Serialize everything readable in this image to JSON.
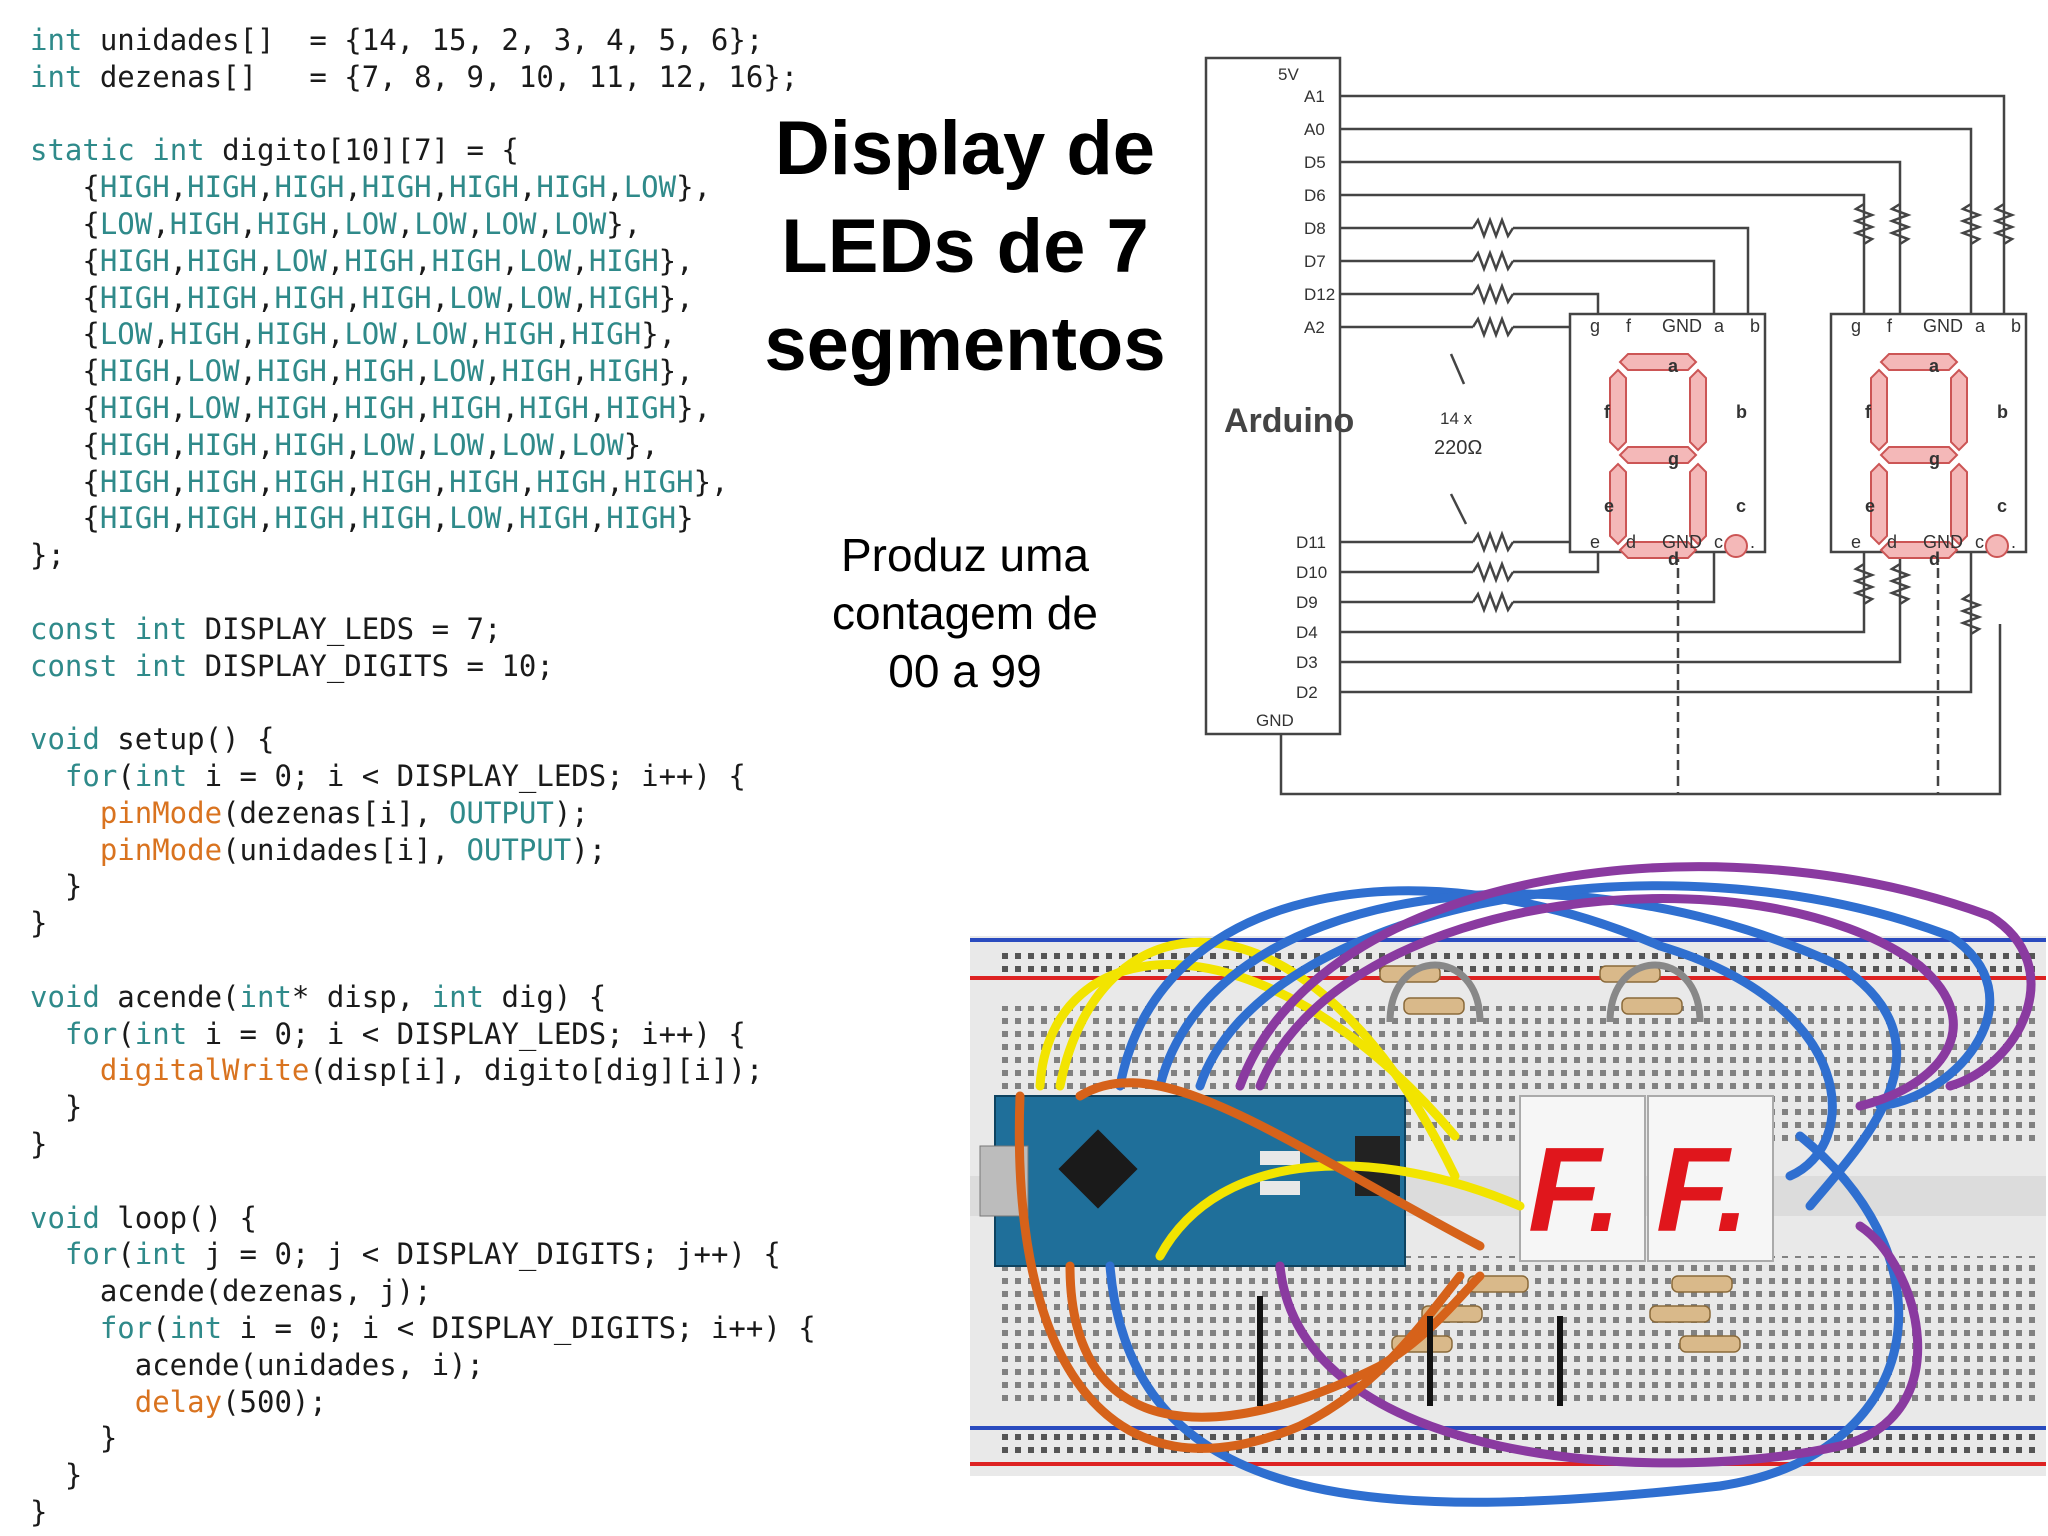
{
  "title": [
    "Display de",
    "LEDs de 7",
    "segmentos"
  ],
  "subtitle": [
    "Produz uma",
    "contagem de",
    "00 a 99"
  ],
  "code": {
    "lines": [
      "int unidades[]  = {14, 15, 2, 3, 4, 5, 6};",
      "int dezenas[]   = {7, 8, 9, 10, 11, 12, 16};",
      "",
      "static int digito[10][7] = {",
      "   {HIGH,HIGH,HIGH,HIGH,HIGH,HIGH,LOW},",
      "   {LOW,HIGH,HIGH,LOW,LOW,LOW,LOW},",
      "   {HIGH,HIGH,LOW,HIGH,HIGH,LOW,HIGH},",
      "   {HIGH,HIGH,HIGH,HIGH,LOW,LOW,HIGH},",
      "   {LOW,HIGH,HIGH,LOW,LOW,HIGH,HIGH},",
      "   {HIGH,LOW,HIGH,HIGH,LOW,HIGH,HIGH},",
      "   {HIGH,LOW,HIGH,HIGH,HIGH,HIGH,HIGH},",
      "   {HIGH,HIGH,HIGH,LOW,LOW,LOW,LOW},",
      "   {HIGH,HIGH,HIGH,HIGH,HIGH,HIGH,HIGH},",
      "   {HIGH,HIGH,HIGH,HIGH,LOW,HIGH,HIGH}",
      "};",
      "",
      "const int DISPLAY_LEDS = 7;",
      "const int DISPLAY_DIGITS = 10;",
      "",
      "void setup() {",
      "  for(int i = 0; i < DISPLAY_LEDS; i++) {",
      "    pinMode(dezenas[i], OUTPUT);",
      "    pinMode(unidades[i], OUTPUT);",
      "  }",
      "}",
      "",
      "void acende(int* disp, int dig) {",
      "  for(int i = 0; i < DISPLAY_LEDS; i++) {",
      "    digitalWrite(disp[i], digito[dig][i]);",
      "  }",
      "}",
      "",
      "void loop() {",
      "  for(int j = 0; j < DISPLAY_DIGITS; j++) {",
      "    acende(dezenas, j);",
      "    for(int i = 0; i < DISPLAY_DIGITS; i++) {",
      "      acende(unidades, i);",
      "      delay(500);",
      "    }",
      "  }",
      "}"
    ]
  },
  "schematic": {
    "board_label": "Arduino",
    "power_pin": "5V",
    "gnd_pin": "GND",
    "pins_top": [
      "A1",
      "A0",
      "D5",
      "D6",
      "D8",
      "D7",
      "D12",
      "A2"
    ],
    "pins_bottom": [
      "D11",
      "D10",
      "D9",
      "D4",
      "D3",
      "D2"
    ],
    "resistor_note": [
      "14 x",
      "220Ω"
    ],
    "display_top_pins": [
      "g",
      "f",
      "GND",
      "a",
      "b"
    ],
    "display_bottom_pins": [
      "e",
      "d",
      "GND",
      "c",
      "."
    ],
    "segments": [
      "a",
      "b",
      "c",
      "d",
      "e",
      "f",
      "g"
    ]
  },
  "breadboard": {
    "display_text": [
      "F.",
      "F."
    ],
    "colors": {
      "yellow": "#f2e400",
      "blue": "#2f6fd0",
      "purple": "#8a3aa0",
      "orange": "#d6621a",
      "board": "#1f6f9a",
      "segment": "#e0161c"
    }
  }
}
